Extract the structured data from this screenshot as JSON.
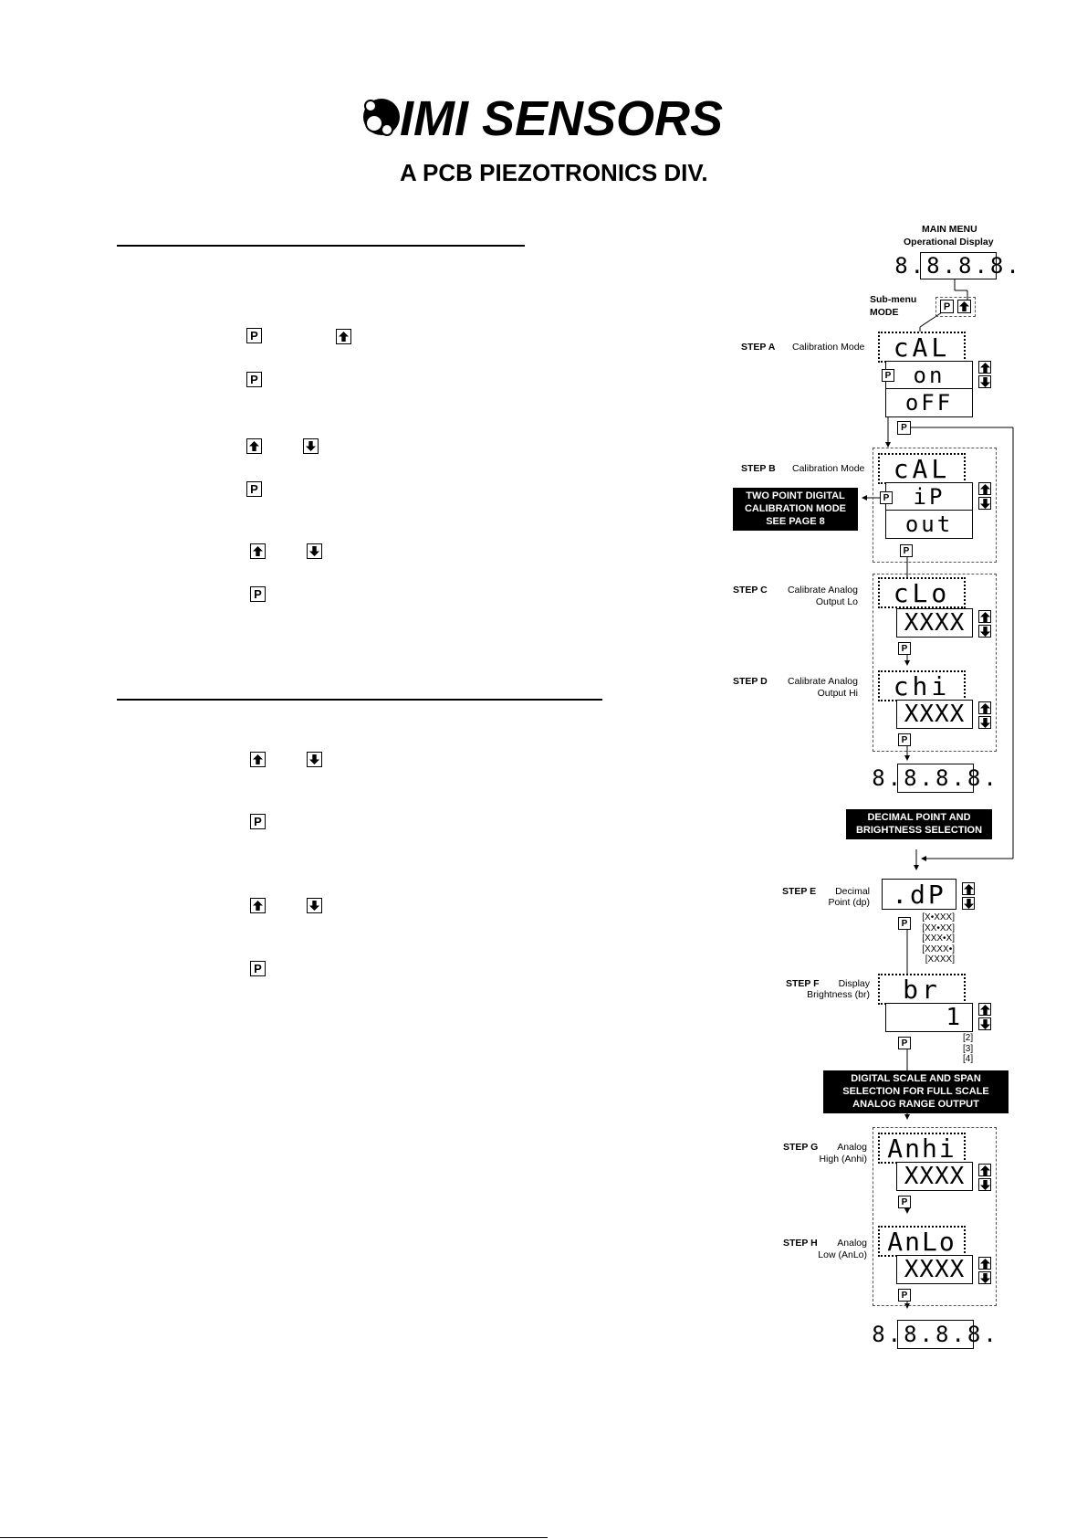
{
  "logo": {
    "brand": "IMI SENSORS",
    "division": "A PCB PIEZOTRONICS DIV."
  },
  "diagram": {
    "main_menu": "MAIN  MENU",
    "operational_display": "Operational  Display",
    "submenu": "Sub-menu",
    "mode": "MODE",
    "display_all": "8.8.8.8.",
    "steps": {
      "a": {
        "label": "STEP  A",
        "desc": "Calibration Mode",
        "code": "cAL",
        "opt1": "on",
        "opt2": "oFF"
      },
      "b": {
        "label": "STEP  B",
        "desc": "Calibration Mode",
        "code": "cAL",
        "opt1": "iP",
        "opt2": "out"
      },
      "c": {
        "label": "STEP  C",
        "desc1": "Calibrate Analog",
        "desc2": "Output Lo",
        "code": "cLo",
        "val": "XXXX"
      },
      "d": {
        "label": "STEP  D",
        "desc1": "Calibrate Analog",
        "desc2": "Output Hi",
        "code": "chi",
        "val": "XXXX"
      },
      "e": {
        "label": "STEP  E",
        "desc1": "Decimal",
        "desc2": "Point (dp)",
        "code": ".dP",
        "options": [
          "[X•XXX]",
          "[XX•XX]",
          "[XXX•X]",
          "[XXXX•]",
          "[XXXX]"
        ]
      },
      "f": {
        "label": "STEP  F",
        "desc1": "Display",
        "desc2": "Brightness (br)",
        "code": "br",
        "val": "1",
        "options": [
          "[2]",
          "[3]",
          "[4]"
        ]
      },
      "g": {
        "label": "STEP  G",
        "desc1": "Analog",
        "desc2": "High (Anhi)",
        "code": "Anhi",
        "val": "XXXX"
      },
      "h": {
        "label": "STEP  H",
        "desc1": "Analog",
        "desc2": "Low (AnLo)",
        "code": "AnLo",
        "val": "XXXX"
      }
    },
    "box_two_point": [
      "TWO  POINT  DIGITAL",
      "CALIBRATION  MODE",
      "SEE  PAGE  8"
    ],
    "box_decimal": [
      "DECIMAL  POINT  AND",
      "BRIGHTNESS  SELECTION"
    ],
    "box_digital": [
      "DIGITAL  SCALE  AND  SPAN",
      "SELECTION  FOR  FULL  SCALE",
      "ANALOG  RANGE  OUTPUT"
    ],
    "key_p": "P"
  }
}
